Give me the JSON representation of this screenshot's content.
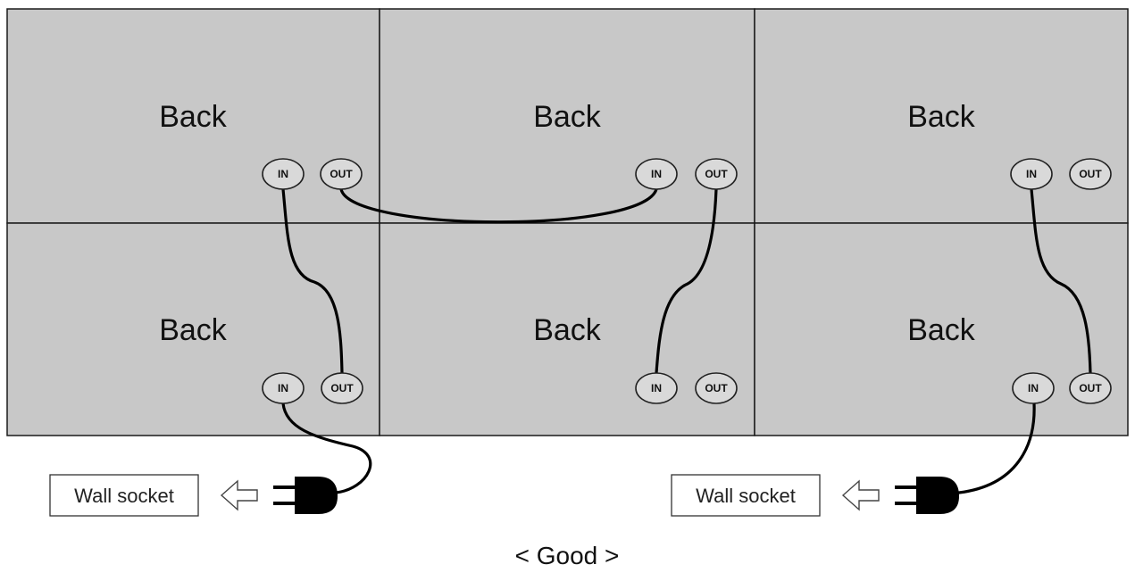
{
  "panels": [
    {
      "label": "Back",
      "ports": {
        "in": "IN",
        "out": "OUT"
      }
    },
    {
      "label": "Back",
      "ports": {
        "in": "IN",
        "out": "OUT"
      }
    },
    {
      "label": "Back",
      "ports": {
        "in": "IN",
        "out": "OUT"
      }
    },
    {
      "label": "Back",
      "ports": {
        "in": "IN",
        "out": "OUT"
      }
    },
    {
      "label": "Back",
      "ports": {
        "in": "IN",
        "out": "OUT"
      }
    },
    {
      "label": "Back",
      "ports": {
        "in": "IN",
        "out": "OUT"
      }
    }
  ],
  "sockets": [
    {
      "label": "Wall socket"
    },
    {
      "label": "Wall socket"
    }
  ],
  "caption": "< Good >",
  "colors": {
    "panel_fill": "#c8c8c8",
    "cable": "#000000",
    "background": "#ffffff"
  }
}
